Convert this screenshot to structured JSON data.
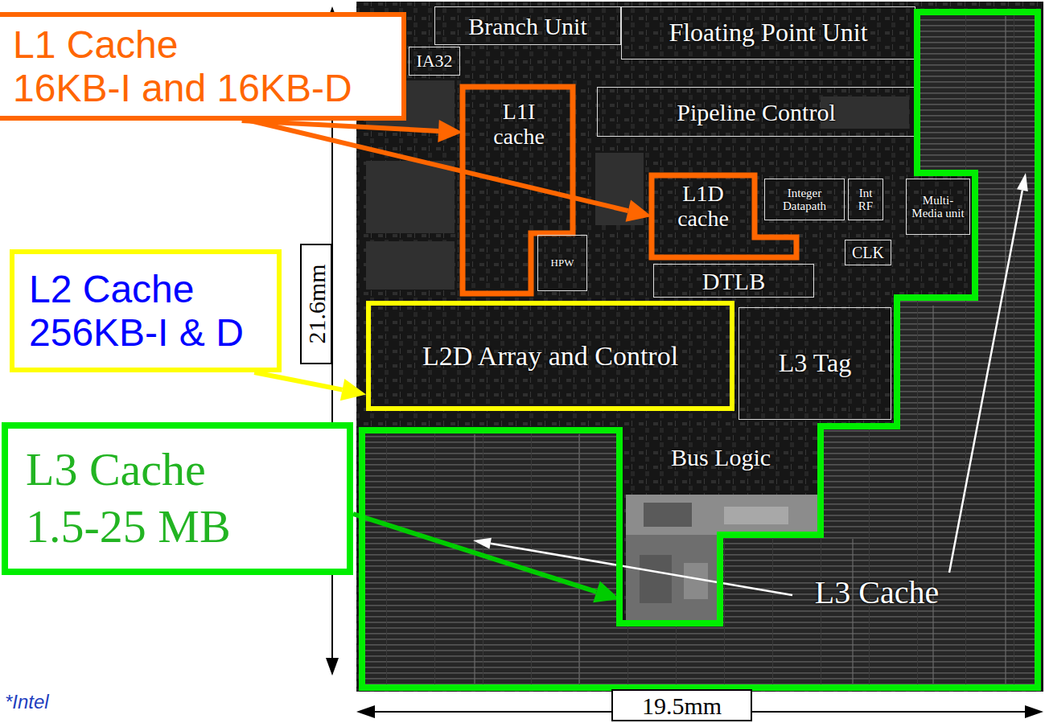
{
  "diagram": {
    "nodes": [
      {
        "text": [
          "L1 Cache",
          "16KB-I and 16KB-D"
        ]
      },
      {
        "text": [
          "Branch Unit"
        ]
      },
      {
        "text": [
          "Floating Point Unit"
        ]
      },
      {
        "text": [
          "IA32"
        ]
      },
      {
        "text": [
          "L1I cache"
        ]
      },
      {
        "text": [
          "Pipeline Control"
        ]
      },
      {
        "text": [
          "L1D cache"
        ]
      },
      {
        "text": [
          "Integer Datapath"
        ]
      },
      {
        "text": [
          "Int RF"
        ]
      },
      {
        "text": [
          "Multi-Media unit"
        ]
      },
      {
        "text": [
          "CLK"
        ]
      },
      {
        "text": [
          "HPW"
        ]
      },
      {
        "text": [
          "DTLB"
        ]
      },
      {
        "text": [
          "L2 Cache",
          "256KB-I & D"
        ]
      },
      {
        "text": [
          "L2D Array and Control"
        ]
      },
      {
        "text": [
          "L3 Tag"
        ]
      },
      {
        "text": [
          "Bus Logic"
        ]
      },
      {
        "text": [
          "L3 Cache"
        ]
      },
      {
        "text": [
          "L3 Cache",
          "1.5-25 MB"
        ]
      }
    ],
    "edges": [
      {
        "from": 0,
        "to": 4,
        "arrow": "to"
      },
      {
        "from": 0,
        "to": 6,
        "arrow": "to"
      },
      {
        "from": 13,
        "to": 14,
        "arrow": "to"
      },
      {
        "from": 18,
        "to": 17,
        "arrow": "to"
      }
    ],
    "labels": [
      "21.6mm",
      "19.5mm",
      "*Intel"
    ]
  }
}
